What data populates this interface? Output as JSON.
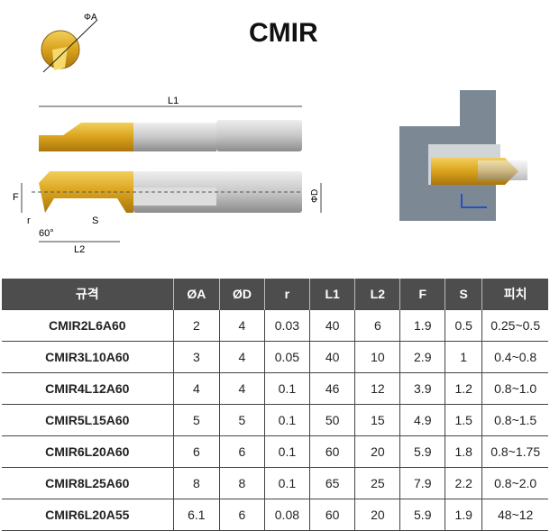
{
  "title": "CMIR",
  "diagram_labels": {
    "phiA": "ΦA",
    "L1": "L1",
    "L2": "L2",
    "F": "F",
    "r": "r",
    "S": "S",
    "angle": "60°",
    "phiD": "ΦD"
  },
  "table": {
    "headers": [
      "규격",
      "ØA",
      "ØD",
      "r",
      "L1",
      "L2",
      "F",
      "S",
      "피치"
    ],
    "rows": [
      [
        "CMIR2L6A60",
        "2",
        "4",
        "0.03",
        "40",
        "6",
        "1.9",
        "0.5",
        "0.25~0.5"
      ],
      [
        "CMIR3L10A60",
        "3",
        "4",
        "0.05",
        "40",
        "10",
        "2.9",
        "1",
        "0.4~0.8"
      ],
      [
        "CMIR4L12A60",
        "4",
        "4",
        "0.1",
        "46",
        "12",
        "3.9",
        "1.2",
        "0.8~1.0"
      ],
      [
        "CMIR5L15A60",
        "5",
        "5",
        "0.1",
        "50",
        "15",
        "4.9",
        "1.5",
        "0.8~1.5"
      ],
      [
        "CMIR6L20A60",
        "6",
        "6",
        "0.1",
        "60",
        "20",
        "5.9",
        "1.8",
        "0.8~1.75"
      ],
      [
        "CMIR8L25A60",
        "8",
        "8",
        "0.1",
        "65",
        "25",
        "7.9",
        "2.2",
        "0.8~2.0"
      ],
      [
        "CMIR6L20A55",
        "6.1",
        "6",
        "0.08",
        "60",
        "20",
        "5.9",
        "1.9",
        "48~12"
      ]
    ]
  }
}
